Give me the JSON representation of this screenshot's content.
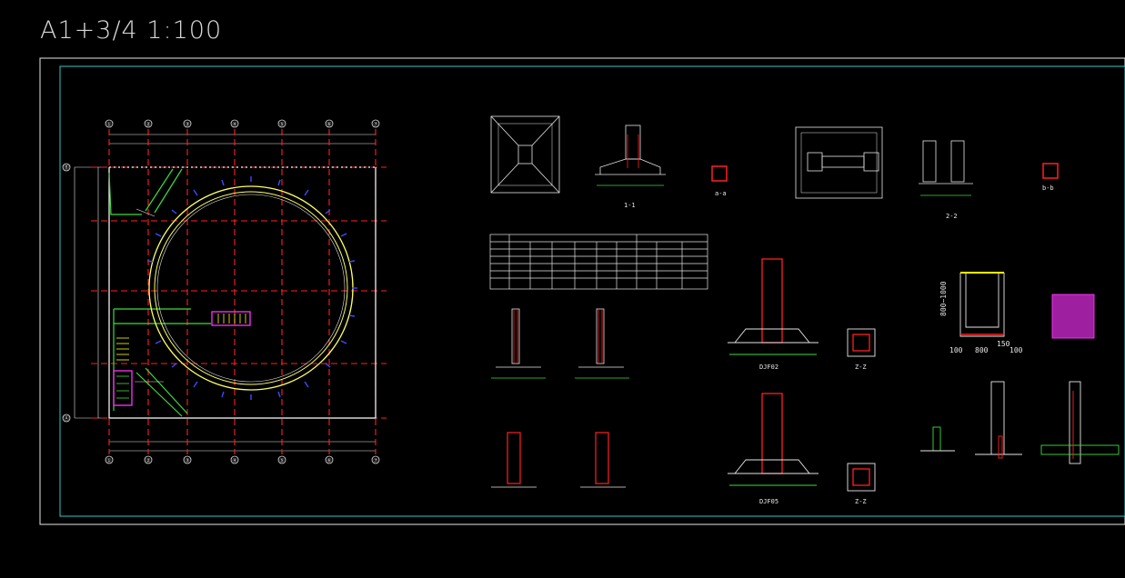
{
  "sheet": {
    "title": "A1+3/4  1:100"
  },
  "colors": {
    "background": "#000000",
    "frame": "#e6e6e6",
    "inner_frame": "#31c9c9",
    "axis": "#ff2020",
    "wall": "#ffffff",
    "ring": "#ffff66",
    "green": "#3ddc3d",
    "magenta": "#ff33ff",
    "blue": "#3a4cff",
    "yellow": "#ffff00"
  },
  "plan": {
    "top_axis_labels": [
      "①",
      "②",
      "③",
      "④",
      "⑤",
      "⑥",
      "⑦"
    ],
    "left_axis_labels": [
      "Ⓑ",
      "Ⓐ"
    ]
  },
  "details": {
    "labels": {
      "section_1_1": "1-1",
      "section_2_2": "2-2",
      "section_a_a": "a-a",
      "section_b_b": "b-b",
      "column_detail": "DJF02",
      "column_detail_b": "DJF05",
      "z_z": "Z-Z",
      "dimension_a": "800~1000",
      "dimension_b": "100",
      "dimension_c": "800",
      "dimension_d": "150",
      "dimension_e": "100"
    }
  }
}
